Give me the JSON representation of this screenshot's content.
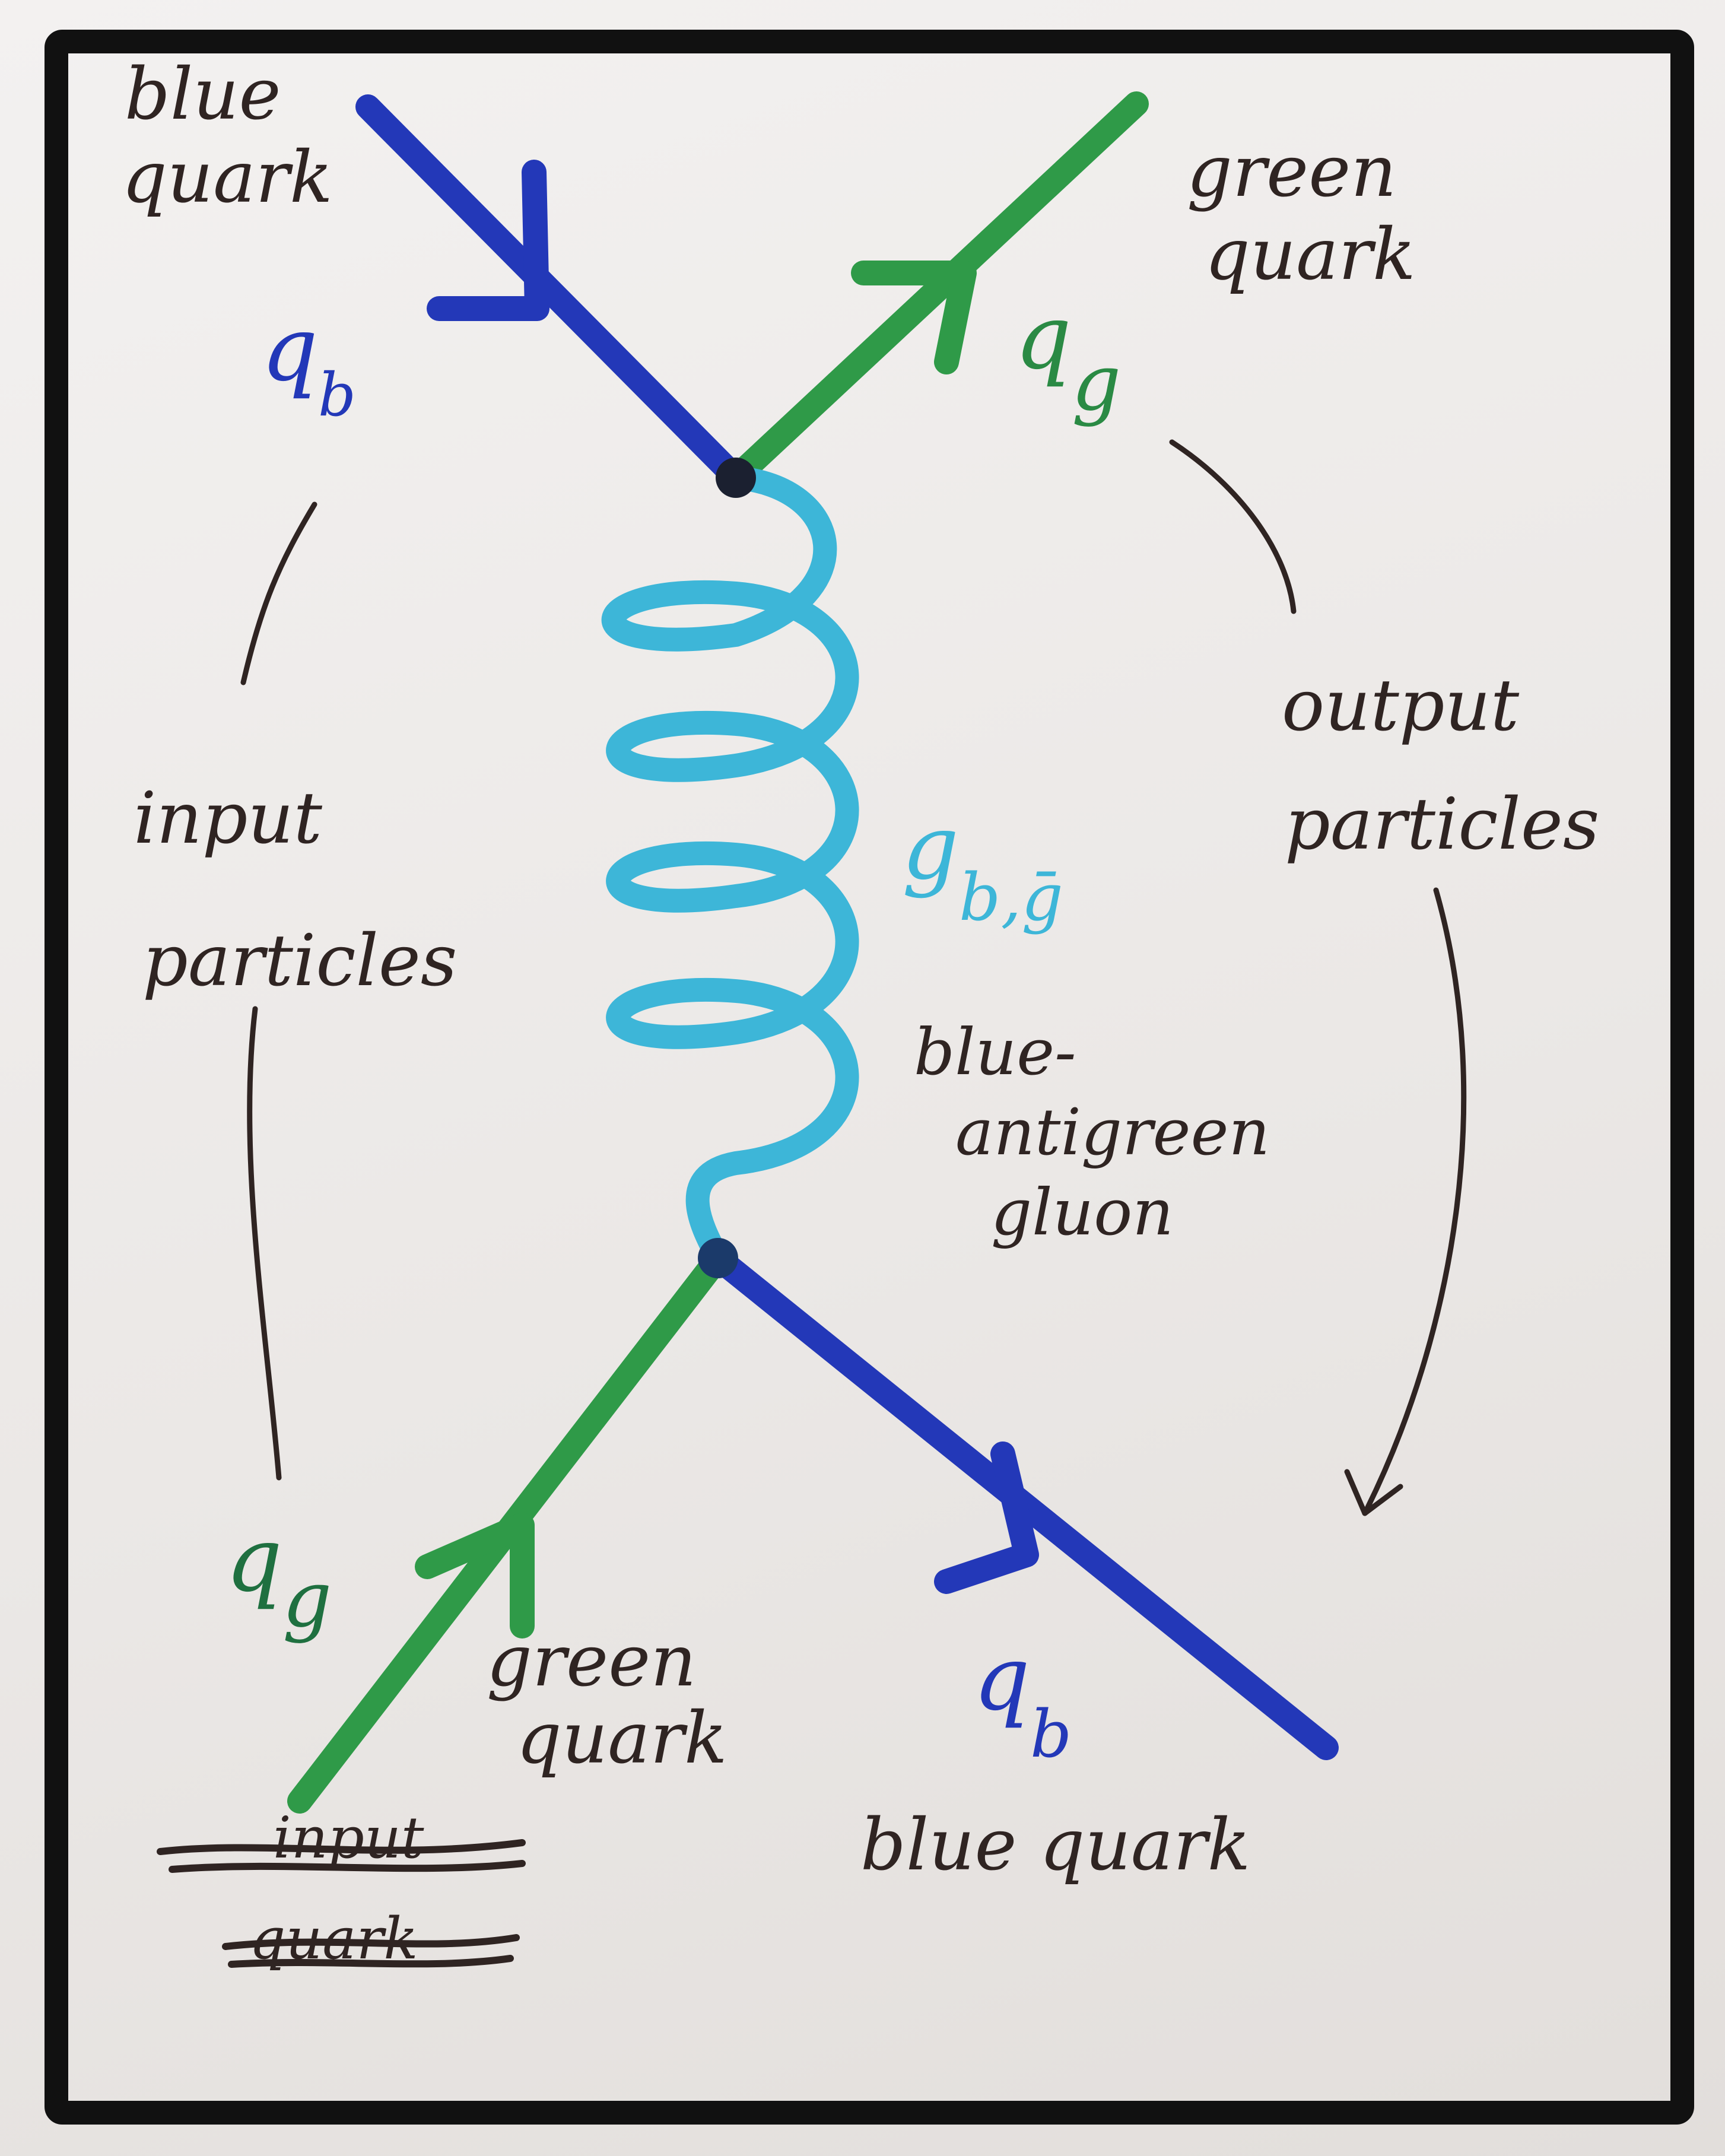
{
  "colors": {
    "blue_quark": "#2338b8",
    "green_quark": "#2f9a48",
    "gluon": "#3db6d8",
    "ink": "#2f2422",
    "frame": "#111111"
  },
  "particles": {
    "blue_in": {
      "label_line1": "blue",
      "label_line2": "quark",
      "symbol": "q",
      "subscript": "b"
    },
    "green_out": {
      "label_line1": "green",
      "label_line2": "quark",
      "symbol": "q",
      "subscript": "g"
    },
    "green_in": {
      "label_line1": "green",
      "label_line2": "quark",
      "symbol": "q",
      "subscript": "g"
    },
    "blue_out": {
      "label": "blue quark",
      "symbol": "q",
      "subscript": "b"
    }
  },
  "gluon": {
    "symbol": "g",
    "subscript": "b,ḡ",
    "label_line1": "blue-",
    "label_line2": "antigreen",
    "label_line3": "gluon"
  },
  "groups": {
    "input_line1": "input",
    "input_line2": "particles",
    "output_line1": "output",
    "output_line2": "particles"
  },
  "crossed_out": {
    "line1": "input",
    "line2": "quark"
  }
}
